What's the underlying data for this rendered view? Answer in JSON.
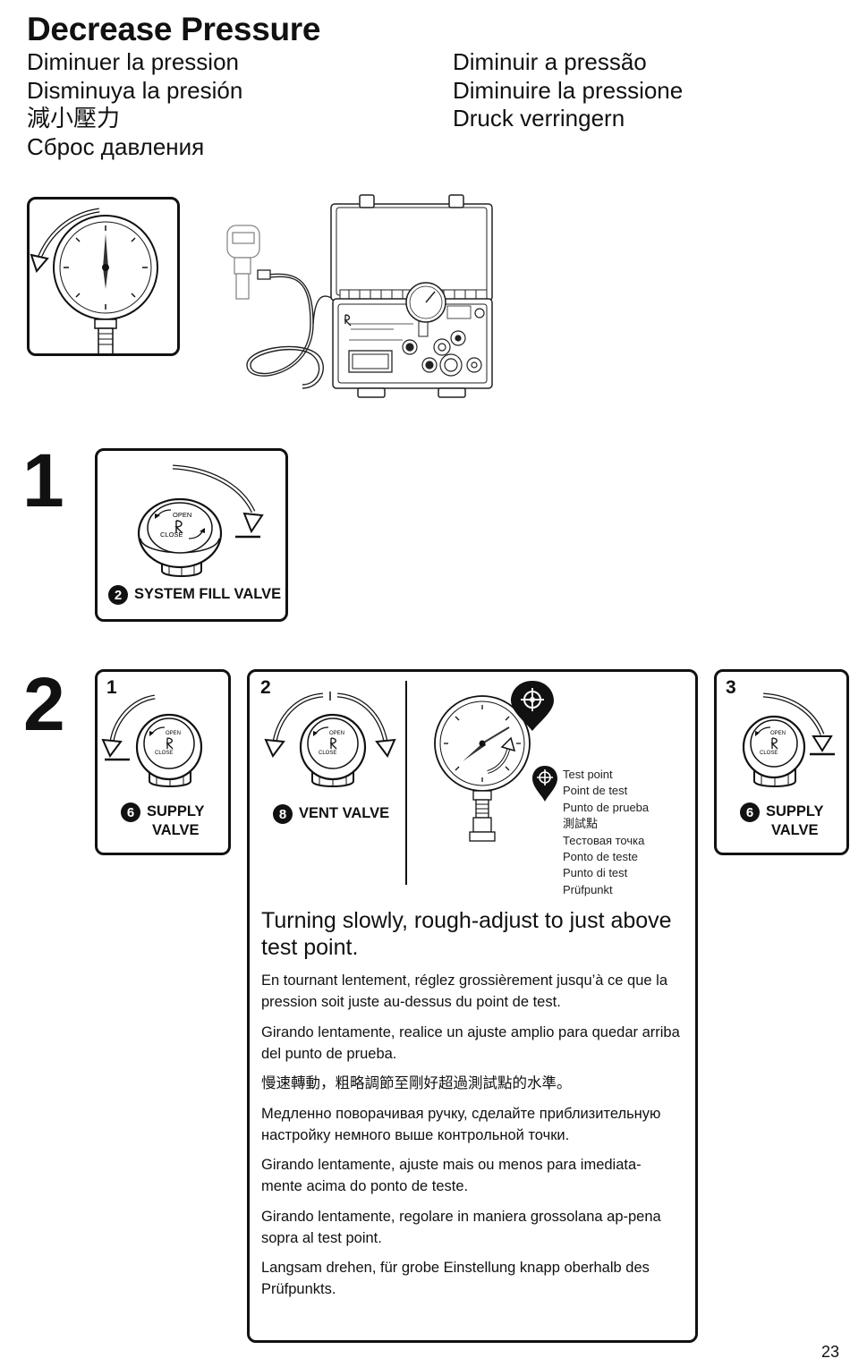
{
  "title": "Decrease Pressure",
  "translations_left": [
    "Diminuer la pression",
    "Disminuya la presión",
    "減小壓力",
    "Сброс давления"
  ],
  "translations_right": [
    "Diminuir a pressão",
    "Diminuire la pressione",
    "Druck verringern"
  ],
  "illustration_text": {
    "knob_open": "OPEN",
    "knob_close": "CLOSE"
  },
  "step1": {
    "number": "1",
    "badge": "2",
    "label": "SYSTEM FILL VALVE"
  },
  "step2": {
    "number": "2",
    "sub1": {
      "num": "1",
      "badge": "6",
      "label_line1": "SUPPLY",
      "label_line2": "VALVE"
    },
    "sub2": {
      "num": "2",
      "badge": "8",
      "label": "VENT VALVE"
    },
    "sub3": {
      "num": "3",
      "badge": "6",
      "label_line1": "SUPPLY",
      "label_line2": "VALVE"
    },
    "test_point_labels": [
      "Test point",
      "Point de test",
      "Punto de prueba",
      "測試點",
      "Тестовая точка",
      "Ponto de teste",
      "Punto di test",
      "Prüfpunkt"
    ],
    "instruction_en": "Turning slowly, rough-adjust to just above test point.",
    "instructions": [
      "En tournant lentement, réglez grossièrement jusqu’à ce que la pression soit juste au-dessus du point de test.",
      "Girando lentamente, realice un ajuste amplio para quedar arriba del punto de prueba.",
      "慢速轉動，粗略調節至剛好超過測試點的水準。",
      "Медленно поворачивая ручку, сделайте приблизительную настройку немного выше контрольной точки.",
      "Girando lentamente, ajuste mais ou menos para imediata-mente acima do ponto de teste.",
      "Girando lentamente, regolare in maniera grossolana ap-pena sopra al test point.",
      "Langsam drehen, für grobe Einstellung knapp oberhalb des Prüfpunkts."
    ]
  },
  "page_number": "23"
}
